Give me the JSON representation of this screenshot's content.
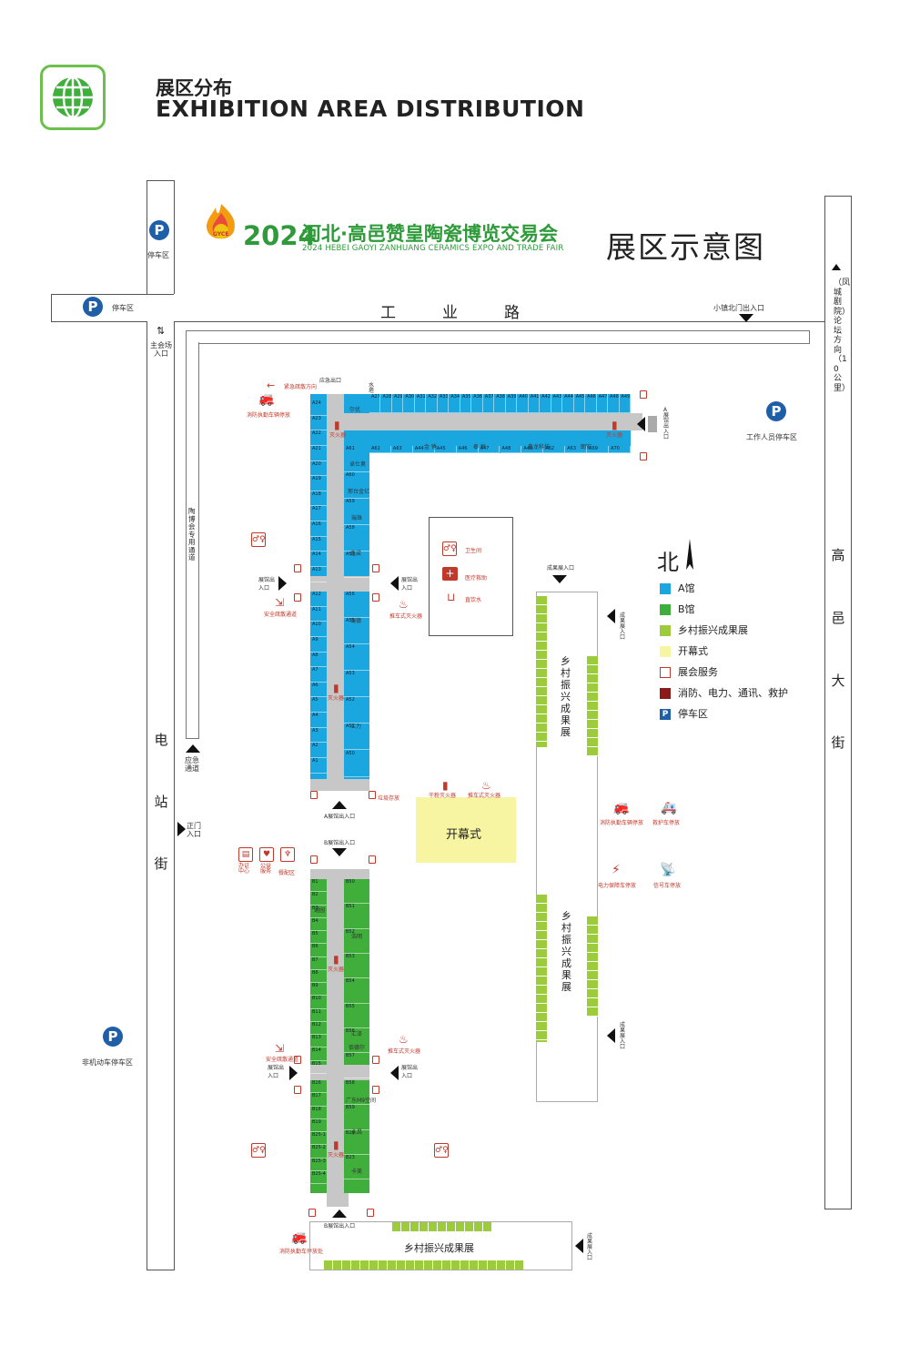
{
  "header": {
    "title_cn": "展区分布",
    "title_en": "EXHIBITION AREA DISTRIBUTION"
  },
  "fair": {
    "year": "2024",
    "name_cn": "河北·高邑赞皇陶瓷博览交易会",
    "name_en": "2024 HEBEI GAOYI ZANHUANG CERAMICS EXPO AND TRADE FAIR",
    "badge": "GYCE",
    "map_title": "展区示意图"
  },
  "roads": {
    "gongye": [
      "工",
      "业",
      "路"
    ],
    "dianzhan": [
      "电",
      "站",
      "街"
    ],
    "gaoyi": [
      "高",
      "邑",
      "大",
      "街"
    ],
    "right_direction": "（凤城剧院）论坛方向（10公里）",
    "taobohui": "陶博会专用通道"
  },
  "parking": {
    "symbol": "P",
    "top": "停车区",
    "left": "停车区",
    "staff": "工作人员停车区",
    "nonmotor": "非机动车停车区"
  },
  "entrances": {
    "north_gate": "小镇北门出入口",
    "main_venue": "主会场入口",
    "emergency_passage": "应急通道",
    "main_gate": "正门入口",
    "emergency_exit": "应急出口",
    "emergency_evac": "紧急疏散方向",
    "hall_a_entrance": "A展馆出入口",
    "hall_b_entrance": "B展馆出入口",
    "hall_entrance_l": "展馆出入口",
    "hall_entrance_r": "展馆出入口",
    "results_entrance": "成果展入口",
    "safe_evac": "安全疏散通道"
  },
  "services": {
    "fire_truck": "消防执勤车辆停放",
    "fire_truck_b": "消防执勤车停放处",
    "extinguisher": "灭火器",
    "cart_ext": "推车式灭火器",
    "dry_ext": "干粉灭火器",
    "water_tower": "水塔",
    "garbage": "垃圾存放",
    "toilet": "卫生间",
    "medical": "医疗救助",
    "drinking": "直饮水",
    "office": "办证中心",
    "charity": "公益服务",
    "dining": "餐配区",
    "ambulance": "救护车停放",
    "power_car": "电力保障车停放",
    "signal_car": "信号车停放"
  },
  "hall_a": {
    "left_col": [
      "A24",
      "A23",
      "A22",
      "A21",
      "A20",
      "A19",
      "A18",
      "A17",
      "A16",
      "A15",
      "A14",
      "A13",
      "A12",
      "A11",
      "A10",
      "A9",
      "A8",
      "A7",
      "A6",
      "A5",
      "A4",
      "A3",
      "A2",
      "A1"
    ],
    "right_col": [
      "A61",
      "A60",
      "A59",
      "A58",
      "A57",
      "A56",
      "A55",
      "A54",
      "A53",
      "A52",
      "A51",
      "A50"
    ],
    "top_row": [
      "A27",
      "A28",
      "A29",
      "A30",
      "A31",
      "A32",
      "A33",
      "A34",
      "A35",
      "A36",
      "A37",
      "A38",
      "A39",
      "A40",
      "A41",
      "A42",
      "A43",
      "A44",
      "A45",
      "A46",
      "A47",
      "A48",
      "A49"
    ],
    "bottom_row": [
      "A62",
      "A63",
      "A44",
      "A45",
      "A46",
      "A47",
      "A48",
      "A49",
      "A62",
      "A63",
      "A69",
      "A70"
    ],
    "company_tags": [
      "尔优",
      "卓仕奥",
      "邢台金亿",
      "瑞珠",
      "鑫梁",
      "瑞德",
      "汇力",
      "金 锤",
      "泰 恒",
      "鑫龙科技",
      "朗安",
      "灭火器"
    ]
  },
  "hall_b": {
    "left_col": [
      "B1",
      "B2",
      "B3",
      "B4",
      "B5",
      "B6",
      "B7",
      "B8",
      "B9",
      "B10",
      "B11",
      "B12",
      "B13",
      "B14",
      "B15",
      "B16",
      "B17",
      "B18",
      "B19",
      "B25-1",
      "B25-2",
      "B25-3",
      "B25-4"
    ],
    "right_col": [
      "B50",
      "B51",
      "B52",
      "B53",
      "B54",
      "B55",
      "B56",
      "B57",
      "B58",
      "B59",
      "B29",
      "B23"
    ],
    "company_tags": [
      "通园",
      "浩明",
      "汇泽",
      "佰德尔",
      "广东M9空间",
      "永昌",
      "卡美"
    ]
  },
  "zones": {
    "opening": "开幕式",
    "rural": "乡村振兴成果展",
    "rural_v": "乡村振兴成果展"
  },
  "compass": {
    "north": "北"
  },
  "legend": [
    {
      "label": "A馆",
      "color": "#1aa7e0",
      "kind": "fill"
    },
    {
      "label": "B馆",
      "color": "#3fae3a",
      "kind": "fill"
    },
    {
      "label": "乡村振兴成果展",
      "color": "#9ccb3b",
      "kind": "fill"
    },
    {
      "label": "开幕式",
      "color": "#f7f4a2",
      "kind": "fill"
    },
    {
      "label": "展会服务",
      "color": "#c0392b",
      "kind": "outline"
    },
    {
      "label": "消防、电力、通讯、救护",
      "color": "#8b1a1a",
      "kind": "fill"
    },
    {
      "label": "停车区",
      "color": "#1f5fa8",
      "kind": "parking"
    }
  ]
}
